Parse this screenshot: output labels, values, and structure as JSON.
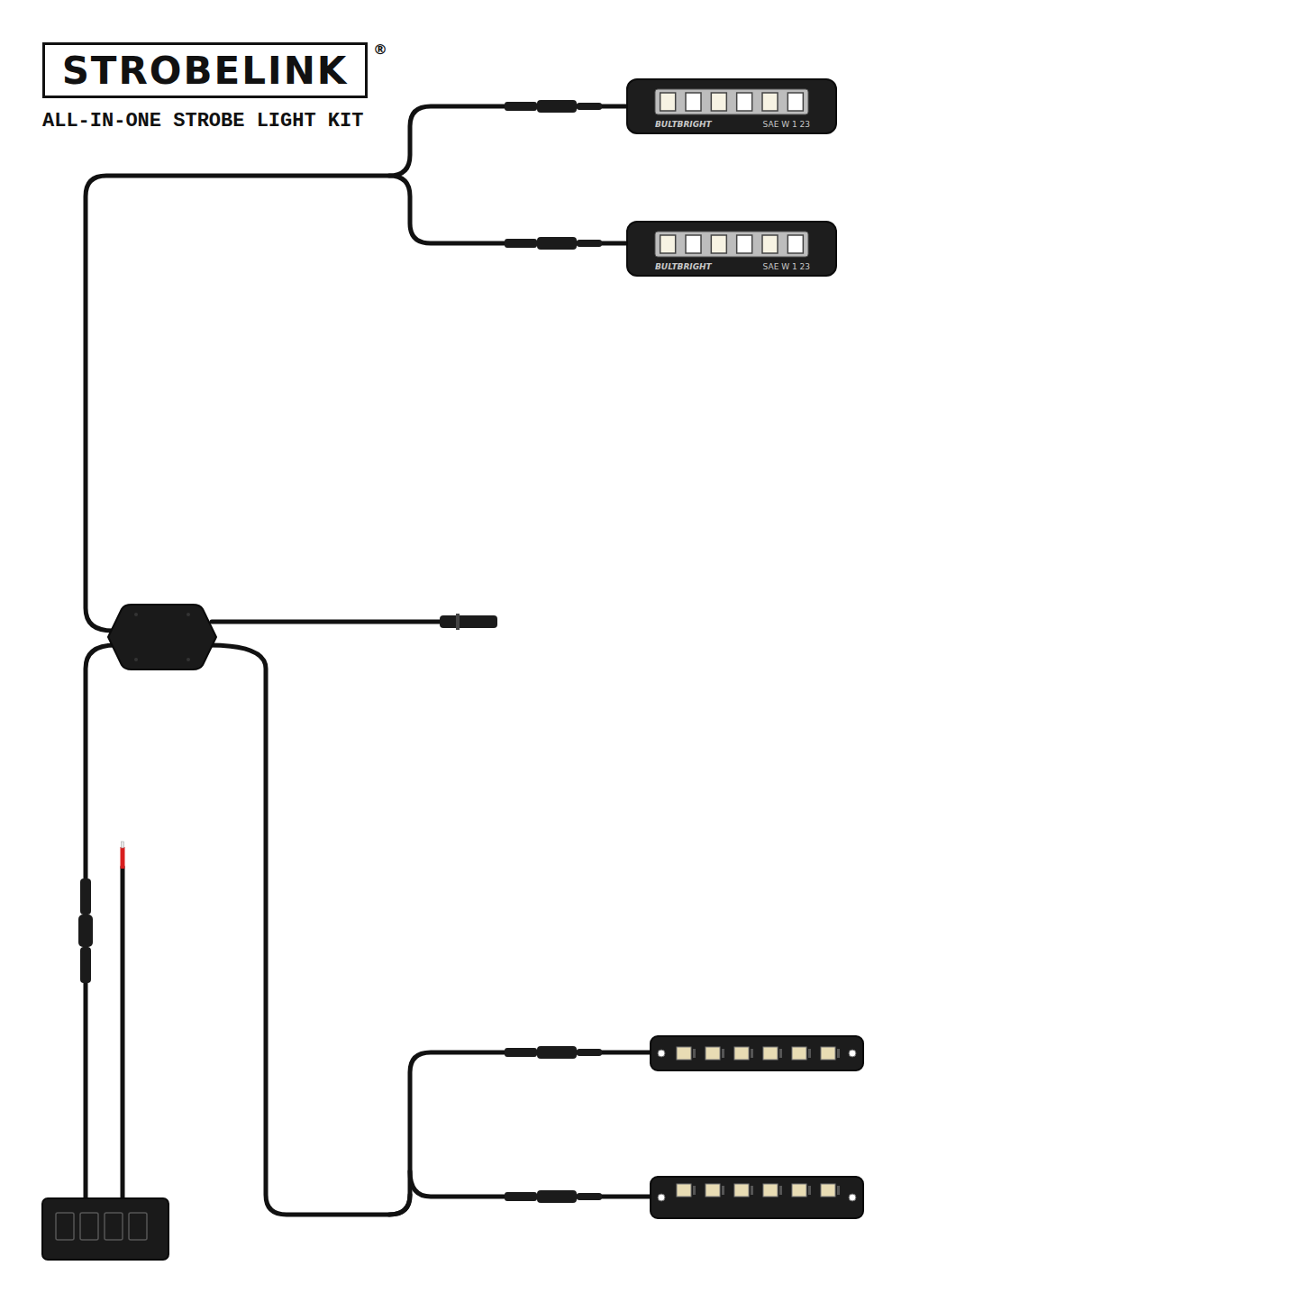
{
  "diagram": {
    "title": "STROBELINK",
    "nodes": [
      {
        "text": [
          "BULTBRIGHT",
          "SAE W 1 23"
        ]
      },
      {
        "text": [
          "BULTBRIGHT",
          "SAE W 1 23"
        ]
      }
    ],
    "labels": [
      "®",
      "ALL-IN-ONE STROBE LIGHT KIT"
    ]
  }
}
